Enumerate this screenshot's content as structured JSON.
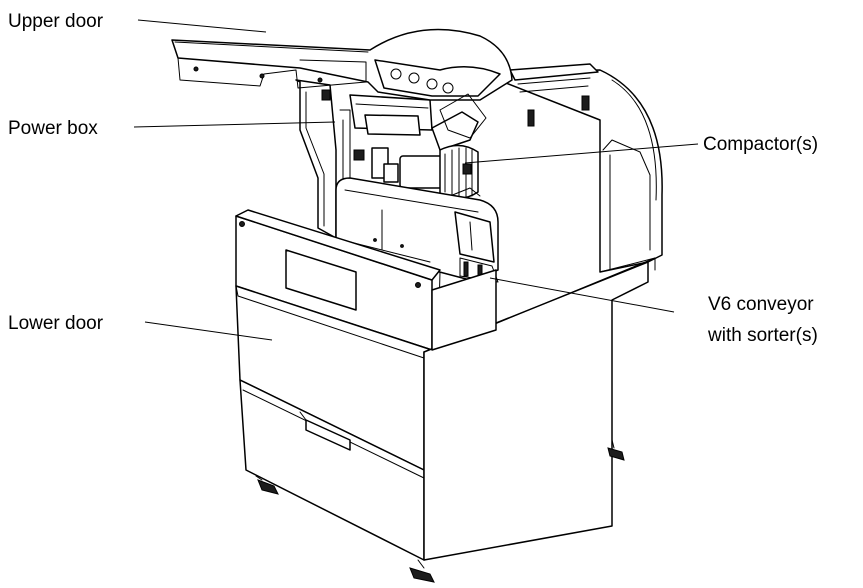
{
  "labels": {
    "upper_door": "Upper door",
    "power_box": "Power box",
    "compactors": "Compactor(s)",
    "lower_door": "Lower door",
    "conveyor_line1": "V6 conveyor",
    "conveyor_line2": "with sorter(s)"
  }
}
